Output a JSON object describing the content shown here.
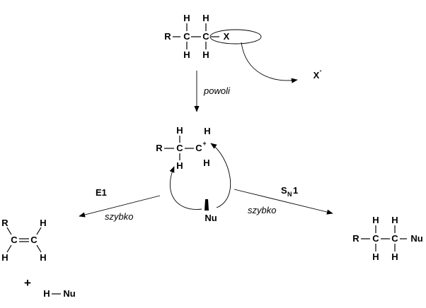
{
  "reactant": {
    "r": "R",
    "c1": "C",
    "c2": "C",
    "x": "X",
    "h1": "H",
    "h2": "H",
    "h3": "H",
    "h4": "H"
  },
  "leaving_group": {
    "label": "X",
    "charge": "-"
  },
  "step1_label": "powoli",
  "carbocation": {
    "r": "R",
    "c1": "C",
    "c2": "C",
    "charge": "+",
    "h1": "H",
    "h2": "H",
    "h3": "H",
    "h4": "H"
  },
  "nucleophile": "Nu",
  "e1": {
    "name": "E1",
    "rate": "szybko"
  },
  "sn1": {
    "name_main": "S",
    "name_sub": "N",
    "name_num": "1",
    "rate": "szybko"
  },
  "alkene": {
    "r": "R",
    "c1": "C",
    "c2": "C",
    "h1": "H",
    "h2": "H",
    "h3": "H"
  },
  "plus_sign": "+",
  "byproduct": {
    "h": "H",
    "nu": "Nu"
  },
  "sn1_product": {
    "r": "R",
    "c1": "C",
    "c2": "C",
    "nu": "Nu",
    "h1": "H",
    "h2": "H",
    "h3": "H",
    "h4": "H"
  }
}
